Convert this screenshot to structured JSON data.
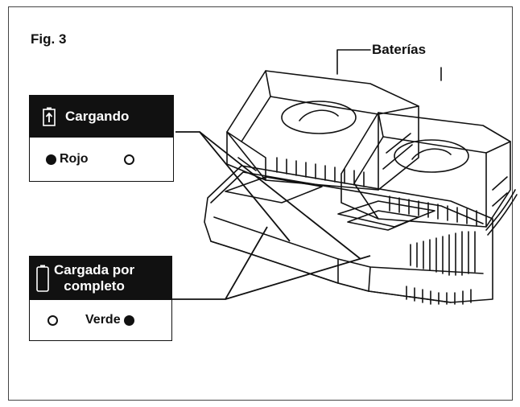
{
  "figure": {
    "label": "Fig. 3",
    "callout_batteries": "Baterías"
  },
  "charging_box": {
    "header": "Cargando",
    "indicator_label": "Rojo",
    "header_icon": "battery-charging-icon",
    "left_indicator": "filled",
    "right_indicator": "empty"
  },
  "charged_box": {
    "header_line1": "Cargada por",
    "header_line2": "completo",
    "indicator_label": "Verde",
    "header_icon": "battery-full-icon",
    "left_indicator": "empty",
    "right_indicator": "filled"
  },
  "colors": {
    "line": "#111111",
    "box_header": "#111111",
    "frame": "#444444"
  }
}
